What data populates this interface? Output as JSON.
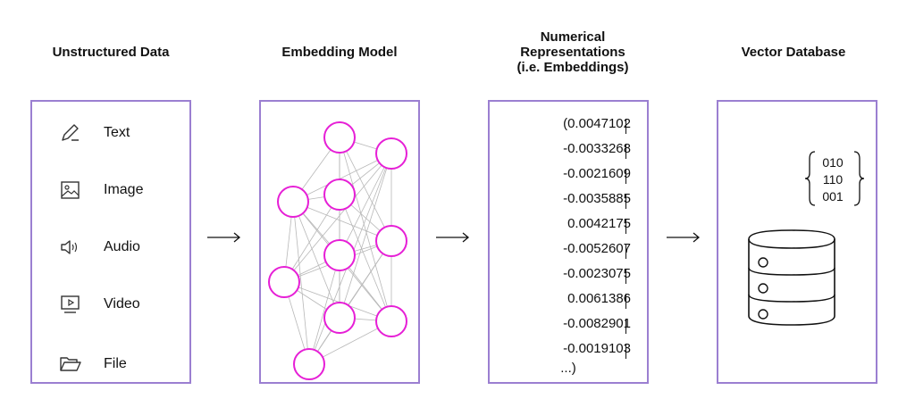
{
  "headings": {
    "unstructured": "Unstructured Data",
    "model": "Embedding Model",
    "numerical_line1": "Numerical",
    "numerical_line2": "Representations",
    "numerical_line3": "(i.e. Embeddings)",
    "vector_db": "Vector Database"
  },
  "data_types": [
    {
      "label": "Text",
      "icon": "pencil-icon"
    },
    {
      "label": "Image",
      "icon": "image-icon"
    },
    {
      "label": "Audio",
      "icon": "speaker-icon"
    },
    {
      "label": "Video",
      "icon": "video-icon"
    },
    {
      "label": "File",
      "icon": "folder-icon"
    }
  ],
  "embeddings": [
    "(0.0047102",
    "-0.0033268",
    "-0.0021609",
    "-0.0035885",
    "0.0042175",
    "-0.0052607",
    "-0.0023075",
    "0.0061386",
    "-0.0082901",
    "-0.0019103"
  ],
  "embeddings_end": "...)",
  "binary": [
    "010",
    "110",
    "001"
  ],
  "colors": {
    "panel_border": "#9b7fd1",
    "node": "#e61fd6",
    "edge": "#b8b8b8"
  }
}
